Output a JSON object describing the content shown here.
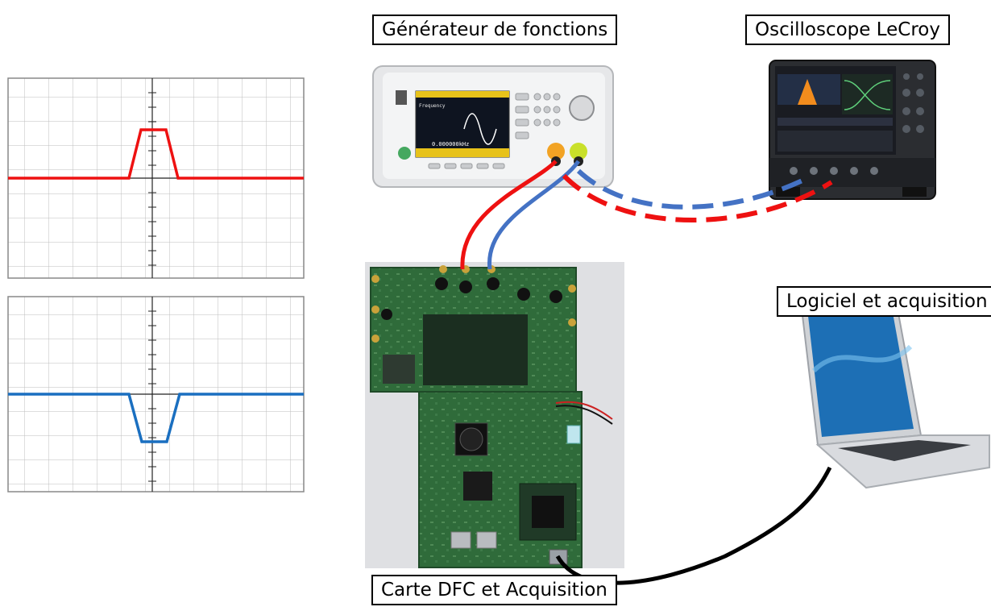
{
  "labels": {
    "function_generator": "Générateur de fonctions",
    "oscilloscope": "Oscilloscope LeCroy",
    "software": "Logiciel et acquisition",
    "board": "Carte DFC et Acquisition"
  },
  "generator_screen": {
    "frequency_label": "Frequency",
    "frequency_value": "0.000000kHz"
  },
  "colors": {
    "positive_signal": "#ee1111",
    "negative_signal": "#1a6fc0",
    "cable_red": "#ee1111",
    "cable_blue": "#4472c4",
    "usb_cable": "#000000",
    "pcb_green": "#2f6b3a"
  },
  "icons": {
    "function_generator": "function-generator-device",
    "oscilloscope": "oscilloscope-device",
    "board": "pcb-board",
    "laptop": "laptop-computer"
  }
}
